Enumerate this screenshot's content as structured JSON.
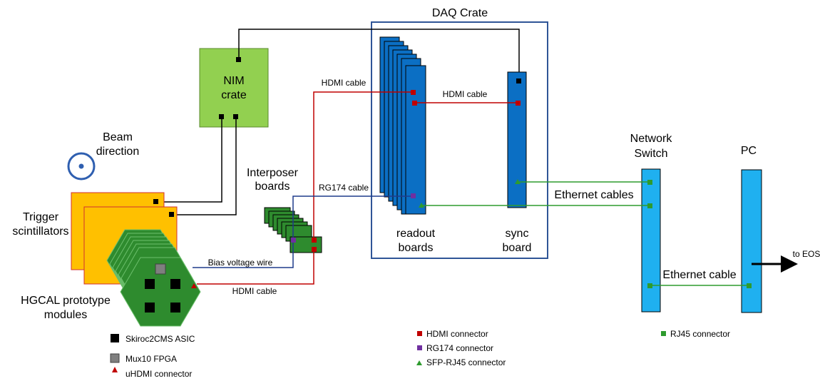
{
  "labels": {
    "daq_crate": "DAQ Crate",
    "nim_line1": "NIM",
    "nim_line2": "crate",
    "beam_line1": "Beam",
    "beam_line2": "direction",
    "trigger_line1": "Trigger",
    "trigger_line2": "scintillators",
    "interposer_line1": "Interposer",
    "interposer_line2": "boards",
    "hgcal_line1": "HGCAL prototype",
    "hgcal_line2": "modules",
    "readout_line1": "readout",
    "readout_line2": "boards",
    "sync_line1": "sync",
    "sync_line2": "board",
    "switch_line1": "Network",
    "switch_line2": "Switch",
    "pc": "PC",
    "to_eos": "to EOS"
  },
  "cables": {
    "hdmi_top": "HDMI cable",
    "hdmi_mid": "HDMI cable",
    "rg174": "RG174 cable",
    "bias": "Bias voltage wire",
    "hdmi_bottom": "HDMI cable",
    "ethernet_cables": "Ethernet cables",
    "ethernet_cable": "Ethernet cable"
  },
  "legend": {
    "skiroc": "Skiroc2CMS ASIC",
    "mux": "Mux10 FPGA",
    "uhdmi": "uHDMI connector",
    "hdmi_conn": "HDMI connector",
    "rg174_conn": "RG174 connector",
    "sfp_conn": "SFP-RJ45 connector",
    "rj45_conn": "RJ45 connector"
  },
  "colors": {
    "readout_blue": "#0b6fc4",
    "switch_blue": "#1fb0f0",
    "nim_green": "#92d050",
    "module_green": "#2e8b2e",
    "scint_orange": "#ffc000",
    "hdmi_red": "#c00000",
    "rg174_purple": "#7030a0",
    "sfp_green": "#2e9b2e",
    "rg174_navy": "#1f3b8c",
    "crate_border": "#2f5597"
  }
}
